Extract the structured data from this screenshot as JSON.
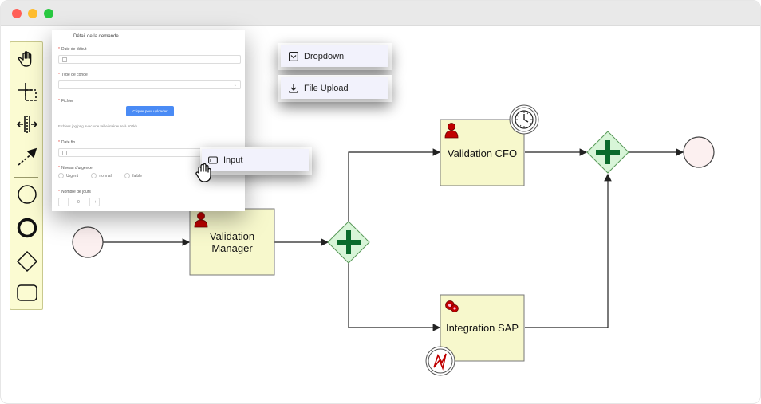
{
  "window": {
    "controls": [
      "close",
      "minimize",
      "maximize"
    ]
  },
  "palette": {
    "tools": [
      "hand-tool",
      "lasso-tool",
      "space-tool",
      "connect-tool",
      "start-event",
      "end-event",
      "gateway",
      "task"
    ]
  },
  "diagram": {
    "tasks": {
      "validation_manager": "Validation Manager",
      "validation_cfo": "Validation CFO",
      "integration_sap": "Integration SAP"
    }
  },
  "form": {
    "title": "Détail de la demande",
    "fields": {
      "date_debut": "Date de début",
      "type_conge": "Type de congé",
      "fichier": "Fichier",
      "upload_button": "Cliquer pour uploader",
      "upload_hint": "Fichiers jpg/png avec une taille inférieure à 500kb",
      "date_fin": "Date fin",
      "niveau_urgence": "Niveau d'urgence",
      "urgence_options": [
        "Urgent",
        "normal",
        "faible"
      ],
      "nombre_jours": "Nombre de jours",
      "nombre_jours_value": "0",
      "stepper_minus": "−",
      "stepper_plus": "+"
    }
  },
  "widgets": {
    "dropdown": "Dropdown",
    "file_upload": "File Upload",
    "input": "Input"
  },
  "colors": {
    "task_fill": "#f7f8cc",
    "gateway_fill": "#d8f5d8",
    "gateway_cross": "#0a6b2c",
    "event_fill": "#fcf0f0",
    "user_icon": "#c00000",
    "upload_button": "#4a8bf5"
  }
}
